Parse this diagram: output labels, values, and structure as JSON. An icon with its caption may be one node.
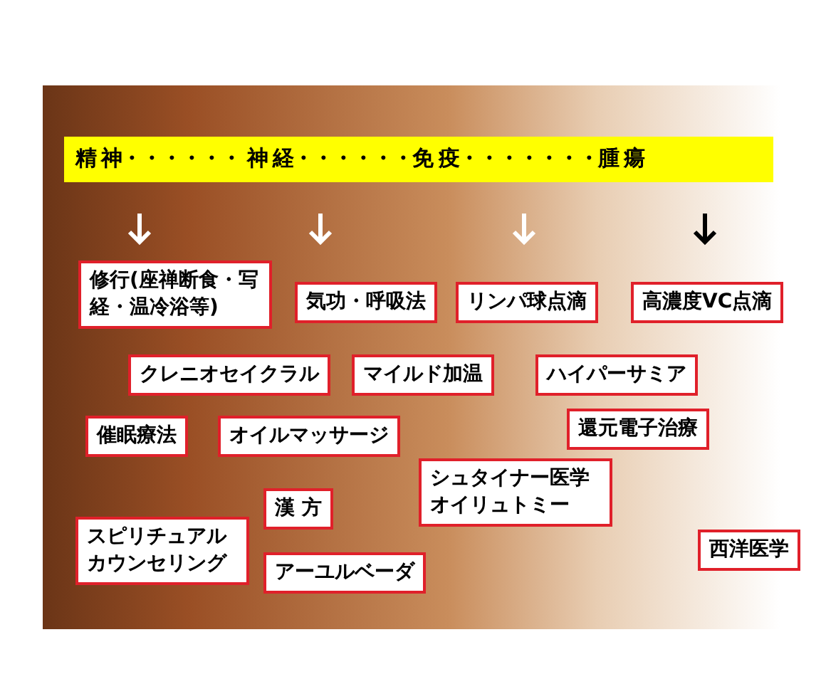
{
  "diagram": {
    "nodes": [
      {
        "text": [
          "精 神・・・・・・ 神 経・・・・・・免 疫・・・・・・・腫 瘍"
        ]
      },
      {
        "text": [
          "修行(座禅断食・写経・温冷浴等)"
        ]
      },
      {
        "text": [
          "気功・呼吸法"
        ]
      },
      {
        "text": [
          "リンパ球点滴"
        ]
      },
      {
        "text": [
          "高濃度VC点滴"
        ]
      },
      {
        "text": [
          "クレニオセイクラル"
        ]
      },
      {
        "text": [
          "マイルド加温"
        ]
      },
      {
        "text": [
          "ハイパーサミア"
        ]
      },
      {
        "text": [
          "催眠療法"
        ]
      },
      {
        "text": [
          "オイルマッサージ"
        ]
      },
      {
        "text": [
          "還元電子治療"
        ]
      },
      {
        "text": [
          "シュタイナー医学オイリュトミー"
        ]
      },
      {
        "text": [
          "漢 方"
        ]
      },
      {
        "text": [
          "スピリチュアルカウンセリング"
        ]
      },
      {
        "text": [
          "アーユルベーダ"
        ]
      },
      {
        "text": [
          "西洋医学"
        ]
      }
    ]
  }
}
